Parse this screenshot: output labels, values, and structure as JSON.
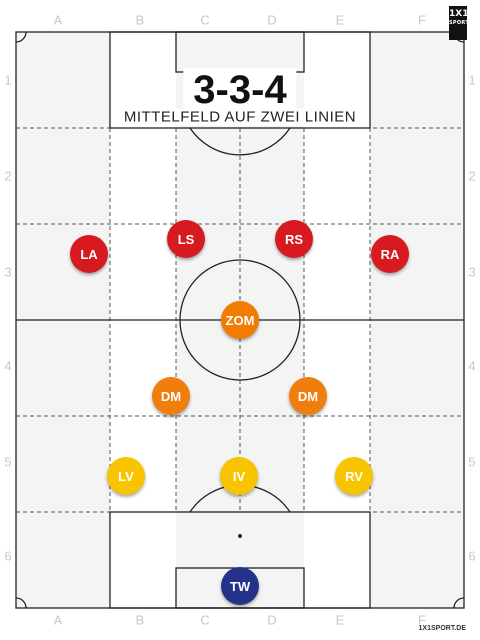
{
  "formation": {
    "title": "3-3-4",
    "subtitle": "MITTELFELD AUF ZWEI LINIEN"
  },
  "columns": [
    "A",
    "B",
    "C",
    "D",
    "E",
    "F"
  ],
  "rows": [
    "1",
    "2",
    "3",
    "4",
    "5",
    "6"
  ],
  "logo": {
    "top": "1X1",
    "bottom": "SPORT"
  },
  "footer": "1X1SPORT.DE",
  "colors": {
    "forward": "#d71920",
    "attacking_mid": "#f07d00",
    "defensive_mid": "#ef7e0f",
    "defender": "#f8c400",
    "goalkeeper": "#24338a",
    "pitch_stripe": "#f4f4f4",
    "line": "#222222",
    "grid": "#555555"
  },
  "players": [
    {
      "label": "LA",
      "role": "forward"
    },
    {
      "label": "LS",
      "role": "forward"
    },
    {
      "label": "RS",
      "role": "forward"
    },
    {
      "label": "RA",
      "role": "forward"
    },
    {
      "label": "ZOM",
      "role": "attacking_mid"
    },
    {
      "label": "DM",
      "role": "defensive_mid"
    },
    {
      "label": "DM",
      "role": "defensive_mid"
    },
    {
      "label": "LV",
      "role": "defender"
    },
    {
      "label": "IV",
      "role": "defender"
    },
    {
      "label": "RV",
      "role": "defender"
    },
    {
      "label": "TW",
      "role": "goalkeeper"
    }
  ]
}
